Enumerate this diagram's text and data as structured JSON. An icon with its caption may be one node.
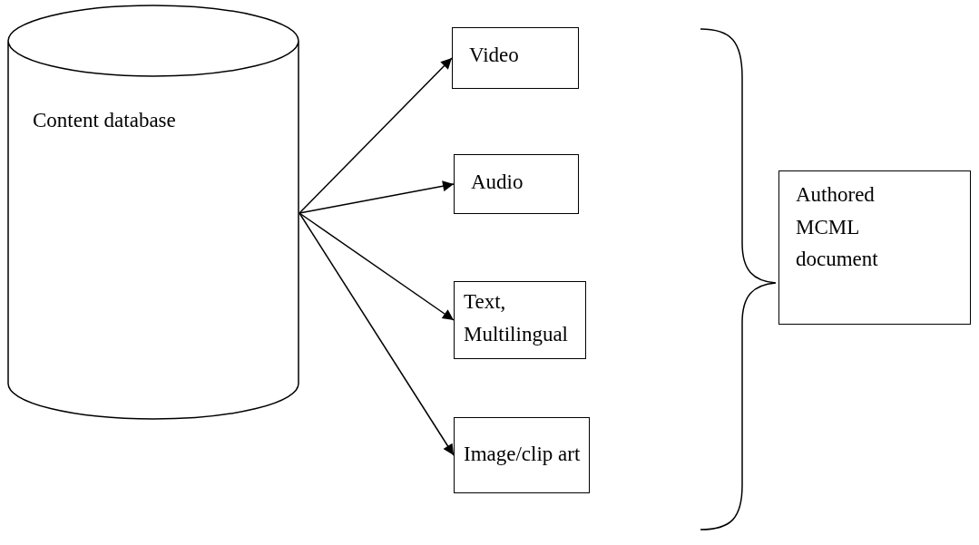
{
  "diagram": {
    "nodes": [
      {
        "text": [
          "Content database"
        ]
      },
      {
        "text": [
          "Video"
        ]
      },
      {
        "text": [
          "Audio"
        ]
      },
      {
        "text": [
          "Text, Multilingual"
        ]
      },
      {
        "text": [
          "Image/clip art"
        ]
      },
      {
        "text": [
          "Authored MCML document"
        ]
      }
    ],
    "edges": [
      {
        "from": 0,
        "to": 1,
        "arrow": "to"
      },
      {
        "from": 0,
        "to": 2,
        "arrow": "to"
      },
      {
        "from": 0,
        "to": 3,
        "arrow": "to"
      },
      {
        "from": 0,
        "to": 4,
        "arrow": "to"
      }
    ]
  }
}
